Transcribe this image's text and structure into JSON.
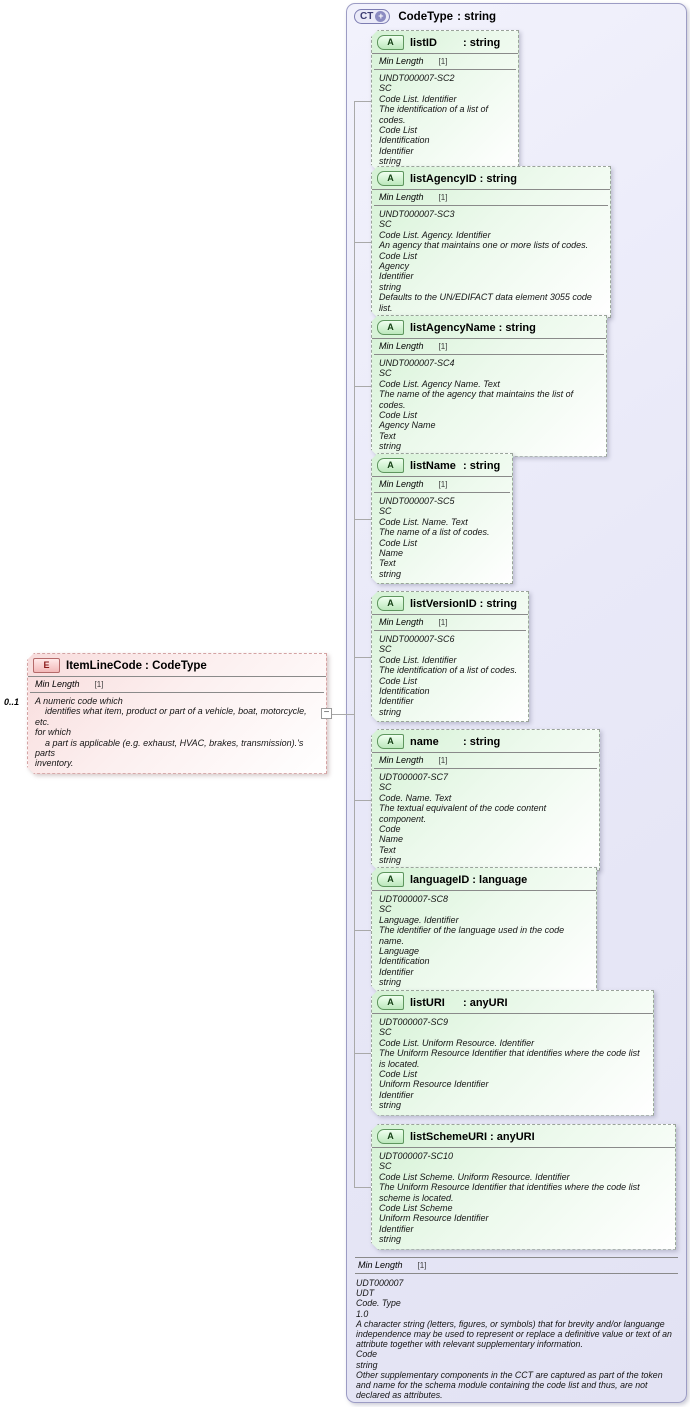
{
  "connector": {
    "collapse_glyph": "−",
    "cardinality": "0..1"
  },
  "colors": {
    "container_fill": "#e9e9f8",
    "container_border": "#9c9cc4",
    "attribute_fill": "#d5f2d5",
    "attribute_border": "#9aa39a",
    "attribute_icon_fill": "#bce8bc",
    "element_fill": "#f8dcdc",
    "element_border": "#d4a3a3",
    "connector_line": "#a9a9a9"
  },
  "element_box": {
    "icon": "E",
    "name": "ItemLineCode",
    "type_label": ": CodeType",
    "facet_name": "Min Length",
    "facet_value": "[1]",
    "annotation": "A numeric code which\n    identifies what item, product or part of a vehicle, boat, motorcycle, etc.\nfor which\n    a part is applicable (e.g. exhaust, HVAC, brakes, transmission).'s parts\ninventory."
  },
  "complex_type_box": {
    "icon": "CT",
    "plus_glyph": "+",
    "name": "CodeType",
    "type_label": ": string",
    "facet_name": "Min Length",
    "facet_value": "[1]",
    "annotation_lines": [
      "UDT000007",
      "UDT",
      "Code. Type",
      "1.0",
      "A character string (letters, figures, or symbols) that for brevity and/or languange independence may be used to represent or replace a definitive value or text of an attribute together with relevant supplementary information.",
      "Code",
      "string",
      "Other supplementary components in the CCT are captured as part of the token and name for the schema module containing the code list and thus, are not declared as attributes."
    ],
    "attributes": [
      {
        "icon": "A",
        "name": "listID",
        "type_label": ": string",
        "facet_name": "Min Length",
        "facet_value": "[1]",
        "annotation_lines": [
          "UNDT000007-SC2",
          "SC",
          "Code List. Identifier",
          "The identification of a list of codes.",
          "Code List",
          "Identification",
          "Identifier",
          "string"
        ]
      },
      {
        "icon": "A",
        "name": "listAgencyID",
        "type_label": ": string",
        "facet_name": "Min Length",
        "facet_value": "[1]",
        "annotation_lines": [
          "UNDT000007-SC3",
          "SC",
          "Code List. Agency. Identifier",
          "An agency that maintains one or more lists of codes.",
          "Code List",
          "Agency",
          "Identifier",
          "string",
          "Defaults to the UN/EDIFACT data element 3055 code list."
        ]
      },
      {
        "icon": "A",
        "name": "listAgencyName",
        "type_label": ": string",
        "facet_name": "Min Length",
        "facet_value": "[1]",
        "annotation_lines": [
          "UNDT000007-SC4",
          "SC",
          "Code List. Agency Name. Text",
          "The name of the agency that maintains the list of codes.",
          "Code List",
          "Agency Name",
          "Text",
          "string"
        ]
      },
      {
        "icon": "A",
        "name": "listName",
        "type_label": ": string",
        "facet_name": "Min Length",
        "facet_value": "[1]",
        "annotation_lines": [
          "UNDT000007-SC5",
          "SC",
          "Code List. Name. Text",
          "The name of a list of codes.",
          "Code List",
          "Name",
          "Text",
          "string"
        ]
      },
      {
        "icon": "A",
        "name": "listVersionID",
        "type_label": ": string",
        "facet_name": "Min Length",
        "facet_value": "[1]",
        "annotation_lines": [
          "UNDT000007-SC6",
          "SC",
          "Code List. Identifier",
          "The identification of a list of codes.",
          "Code List",
          "Identification",
          "Identifier",
          "string"
        ]
      },
      {
        "icon": "A",
        "name": "name",
        "type_label": ": string",
        "facet_name": "Min Length",
        "facet_value": "[1]",
        "annotation_lines": [
          "UDT000007-SC7",
          "SC",
          "Code. Name. Text",
          "The textual equivalent of the code content component.",
          "Code",
          "Name",
          "Text",
          "string"
        ]
      },
      {
        "icon": "A",
        "name": "languageID",
        "type_label": ": language",
        "facet_name": null,
        "facet_value": null,
        "annotation_lines": [
          "UDT000007-SC8",
          "SC",
          "Language. Identifier",
          "The identifier of the language used in the code name.",
          "Language",
          "Identification",
          "Identifier",
          "string"
        ]
      },
      {
        "icon": "A",
        "name": "listURI",
        "type_label": ": anyURI",
        "facet_name": null,
        "facet_value": null,
        "annotation_lines": [
          "UDT000007-SC9",
          "SC",
          "Code List. Uniform Resource. Identifier",
          "The Uniform Resource Identifier that identifies where the code list is located.",
          "Code List",
          "Uniform Resource Identifier",
          "Identifier",
          "string"
        ]
      },
      {
        "icon": "A",
        "name": "listSchemeURI",
        "type_label": ": anyURI",
        "facet_name": null,
        "facet_value": null,
        "annotation_lines": [
          "UDT000007-SC10",
          "SC",
          "Code List Scheme. Uniform Resource. Identifier",
          "The Uniform Resource Identifier that identifies where the code list scheme is located.",
          "Code List Scheme",
          "Uniform Resource Identifier",
          "Identifier",
          "string"
        ]
      }
    ]
  }
}
